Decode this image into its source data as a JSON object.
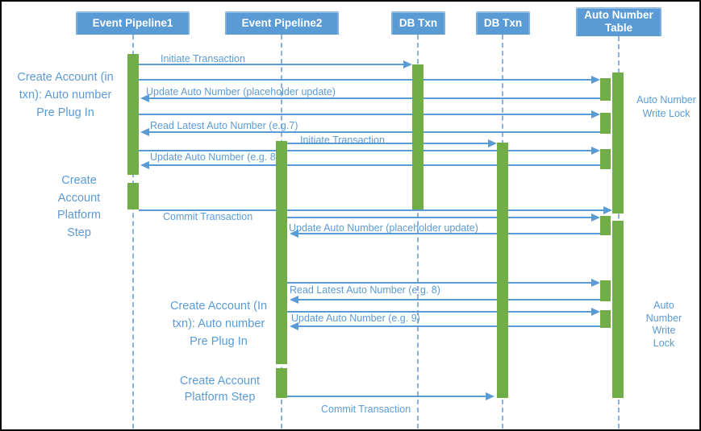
{
  "diagram_type": "sequence-diagram",
  "actors": [
    {
      "label": "Event Pipeline1"
    },
    {
      "label": "Event Pipeline2"
    },
    {
      "label": "DB Txn"
    },
    {
      "label": "DB Txn"
    },
    {
      "label": "Auto Number Table"
    }
  ],
  "messages": [
    {
      "label": "Initiate Transaction",
      "from": "Event Pipeline1",
      "to": "DB Txn 1"
    },
    {
      "label": "",
      "from": "Event Pipeline1",
      "to": "Auto Number Table"
    },
    {
      "label": "Update Auto Number (placeholder update)",
      "from": "Auto Number Table",
      "to": "Event Pipeline1"
    },
    {
      "label": "",
      "from": "Event Pipeline1",
      "to": "Auto Number Table"
    },
    {
      "label": "Read Latest Auto Number (e.g.7)",
      "from": "Auto Number Table",
      "to": "Event Pipeline1"
    },
    {
      "label": "Initiate Transaction",
      "from": "Event Pipeline2",
      "to": "DB Txn 2"
    },
    {
      "label": "",
      "from": "Event Pipeline1",
      "to": "Auto Number Table"
    },
    {
      "label": "Update Auto Number (e.g. 8)",
      "from": "Auto Number Table",
      "to": "Event Pipeline1"
    },
    {
      "label": "Commit Transaction",
      "from": "Event Pipeline1",
      "to": "Auto Number Table"
    },
    {
      "label": "",
      "from": "Event Pipeline2",
      "to": "Auto Number Table"
    },
    {
      "label": "Update Auto Number (placeholder update)",
      "from": "Auto Number Table",
      "to": "Event Pipeline2"
    },
    {
      "label": "",
      "from": "Event Pipeline2",
      "to": "Auto Number Table"
    },
    {
      "label": "Read Latest Auto Number (e.g. 8)",
      "from": "Auto Number Table",
      "to": "Event Pipeline2"
    },
    {
      "label": "",
      "from": "Event Pipeline2",
      "to": "Auto Number Table"
    },
    {
      "label": "Update Auto Number (e.g. 9)",
      "from": "Auto Number Table",
      "to": "Event Pipeline2"
    },
    {
      "label": "Commit Transaction",
      "from": "Event Pipeline2",
      "to": "DB Txn 2"
    }
  ],
  "notes": [
    {
      "text": "Create Account (in\ntxn): Auto number\nPre Plug In"
    },
    {
      "text": "Create\nAccount\nPlatform\nStep"
    },
    {
      "text": "Create Account (In\ntxn): Auto number\nPre Plug In"
    },
    {
      "text": "Create Account\nPlatform Step"
    },
    {
      "text": "Auto Number\nWrite Lock"
    },
    {
      "text": "Auto\nNumber\nWrite\nLock"
    }
  ],
  "colors": {
    "actor_fill": "#5b9bd5",
    "activation_fill": "#70ad47",
    "message_line": "#5b9bd5",
    "label_text": "#5b9bd5",
    "background": "#ffffff",
    "border": "#000000"
  }
}
